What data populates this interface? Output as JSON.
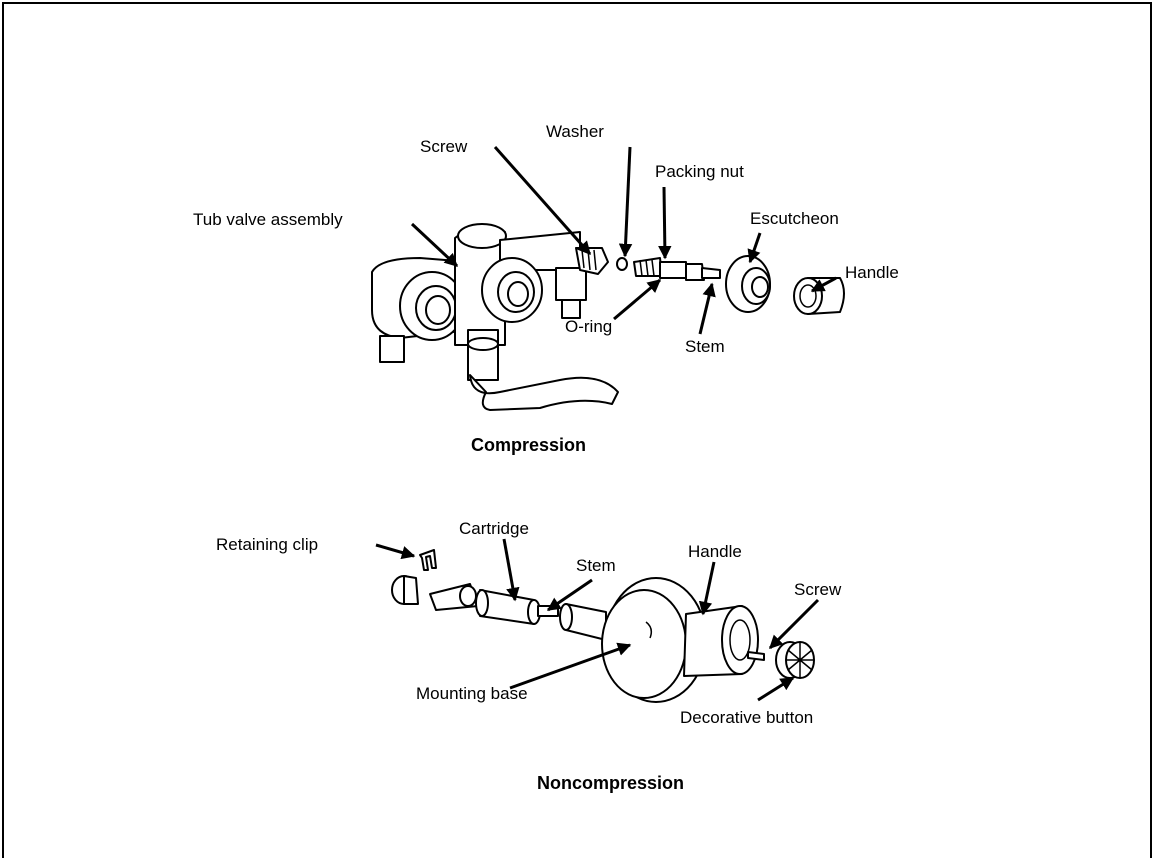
{
  "compression": {
    "caption": "Compression",
    "labels": {
      "screw": "Screw",
      "washer": "Washer",
      "packing_nut": "Packing nut",
      "tub_valve_assembly": "Tub valve assembly",
      "escutcheon": "Escutcheon",
      "handle": "Handle",
      "o_ring": "O-ring",
      "stem": "Stem"
    }
  },
  "noncompression": {
    "caption": "Noncompression",
    "labels": {
      "retaining_clip": "Retaining clip",
      "cartridge": "Cartridge",
      "stem": "Stem",
      "handle": "Handle",
      "screw": "Screw",
      "mounting_base": "Mounting base",
      "decorative_button": "Decorative button"
    }
  }
}
